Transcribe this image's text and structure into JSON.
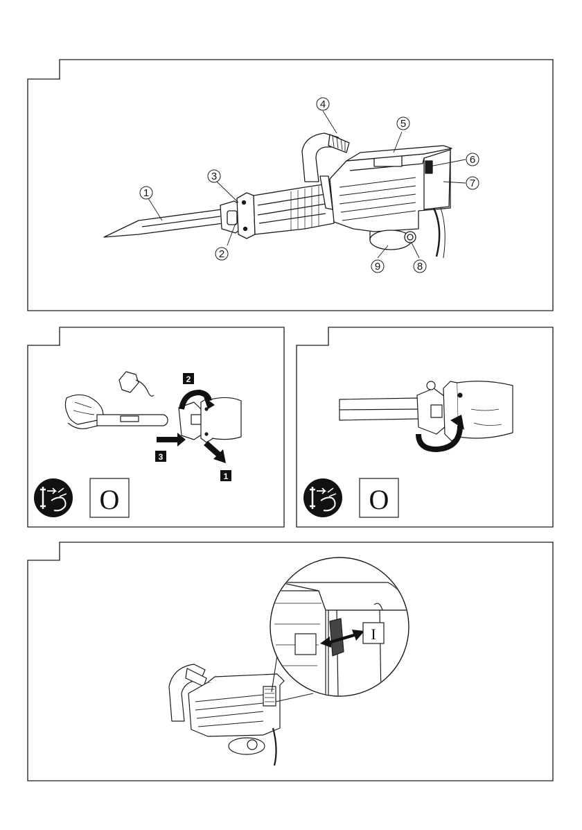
{
  "figure1": {
    "callouts": [
      "1",
      "2",
      "3",
      "4",
      "5",
      "6",
      "7",
      "8",
      "9"
    ]
  },
  "figure2": {
    "steps": [
      "1",
      "2",
      "3"
    ],
    "off_symbol": "O"
  },
  "figure3": {
    "off_symbol": "O"
  },
  "figure4": {
    "on_symbol": "I"
  },
  "colors": {
    "line": "#1a1a1a",
    "fill_dark": "#111111",
    "paper": "#ffffff",
    "body_grey": "#e6e6e6"
  }
}
